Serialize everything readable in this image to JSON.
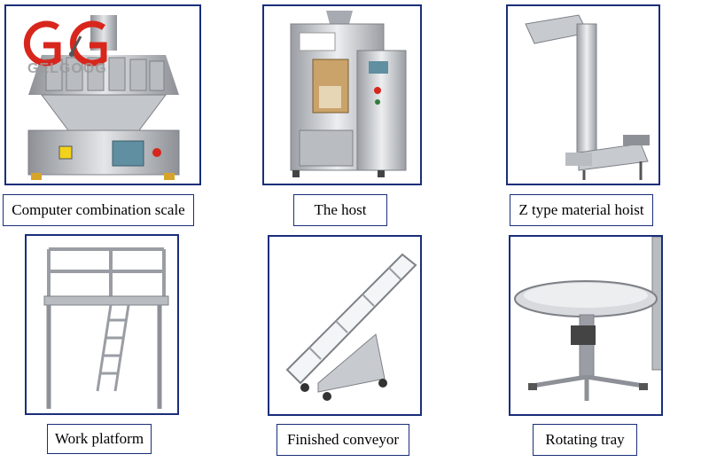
{
  "brand": {
    "logo_text": "GELGOOG"
  },
  "items": [
    {
      "label": "Computer combination scale"
    },
    {
      "label": "The host"
    },
    {
      "label": "Z type material hoist"
    },
    {
      "label": "Work platform"
    },
    {
      "label": "Finished conveyor"
    },
    {
      "label": "Rotating tray"
    }
  ],
  "colors": {
    "border": "#1a2e7a",
    "logo_red": "#d8261c",
    "steel": "#c9ccd1"
  }
}
